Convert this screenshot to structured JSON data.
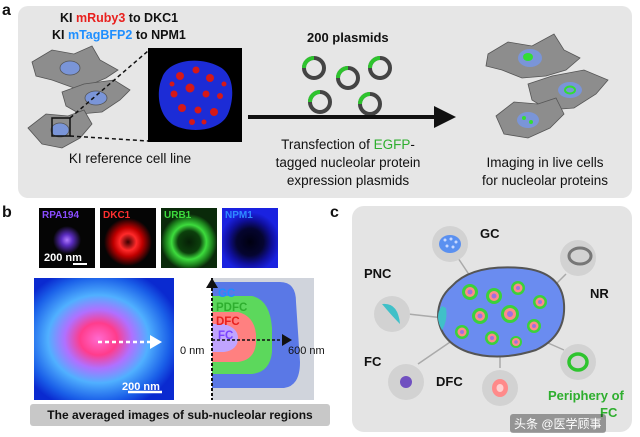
{
  "panel_a": {
    "letter": "a",
    "ki_prefix_1": "KI ",
    "ki_protein_1": "mRuby3",
    "ki_suffix_1": " to DKC1",
    "ki_prefix_2": "KI ",
    "ki_protein_2": "mTagBFP2",
    "ki_suffix_2": " to NPM1",
    "plasmids_label": "200 plasmids",
    "reference_caption": "KI reference cell line",
    "transfection_line1_pre": "Transfection of ",
    "transfection_line1_egfp": "EGFP",
    "transfection_line1_post": "-",
    "transfection_line2": "tagged nucleolar protein",
    "transfection_line3": "expression plasmids",
    "imaging_line1": "Imaging in live cells",
    "imaging_line2": "for nucleolar proteins"
  },
  "panel_b": {
    "letter": "b",
    "tiles": [
      {
        "label": "RPA194",
        "color": "#8a4dff"
      },
      {
        "label": "DKC1",
        "color": "#ff3030"
      },
      {
        "label": "URB1",
        "color": "#3ddc3d"
      },
      {
        "label": "NPM1",
        "color": "#2f8bff"
      }
    ],
    "scale_small": "200 nm",
    "scale_large": "200 nm",
    "axis_start": "0 nm",
    "axis_end": "600 nm",
    "region_labels": [
      "GC",
      "PDFC",
      "DFC",
      "FC"
    ],
    "title": "The averaged images of sub-nucleolar regions"
  },
  "panel_c": {
    "letter": "c",
    "labels": {
      "gc": "GC",
      "nr": "NR",
      "pnc": "PNC",
      "fc": "FC",
      "dfc": "DFC",
      "periphery_line1": "Periphery of",
      "periphery_line2": "FC"
    }
  },
  "watermark": "头条 @医学顾事",
  "colors": {
    "red": "#e8201e",
    "blue": "#1f8fff",
    "green": "#2eae2e",
    "nucleolus_blue": "#6a8cf0"
  }
}
